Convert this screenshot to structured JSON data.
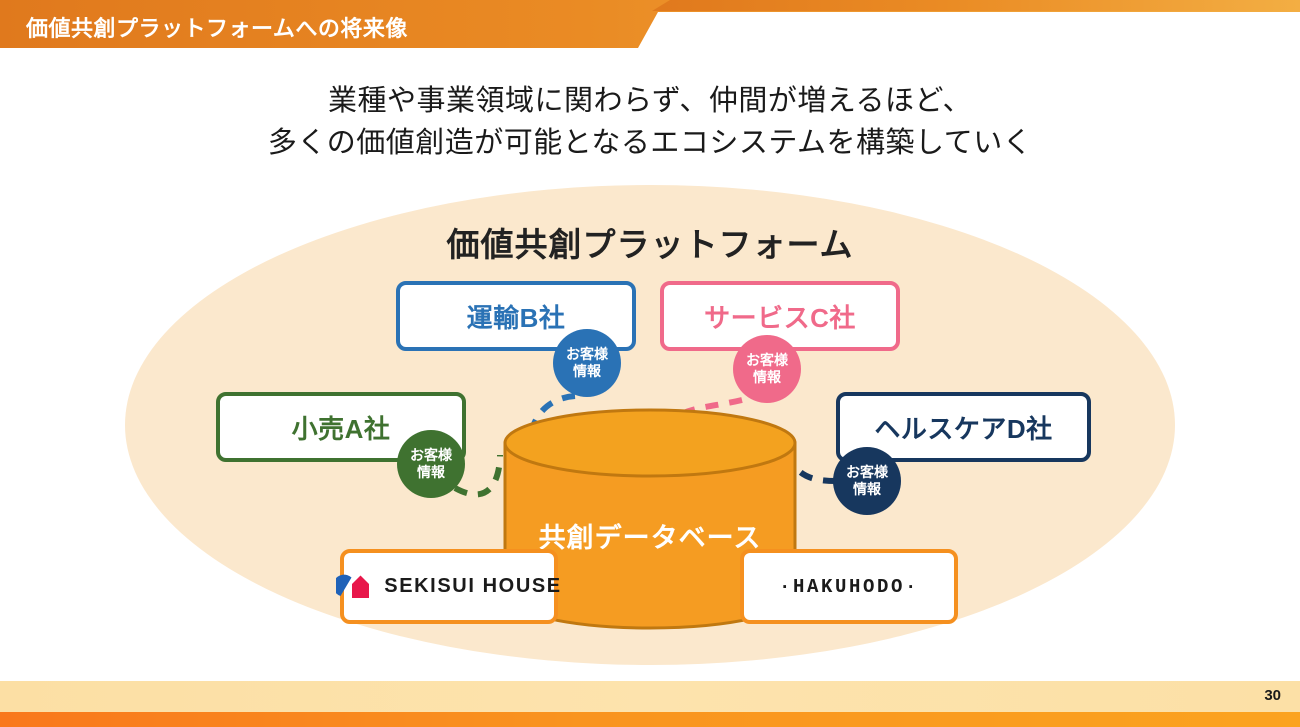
{
  "header": {
    "title": "価値共創プラットフォームへの将来像",
    "bar_color_left": "#e07b1e",
    "bar_color_right": "#f2a93b"
  },
  "subtitle": {
    "line1": "業種や事業領域に関わらず、仲間が増えるほど、",
    "line2": "多くの価値創造が可能となるエコシステムを構築していく"
  },
  "diagram": {
    "ellipse_fill": "#fbe8cd",
    "platform_title": "価値共創プラットフォーム",
    "database": {
      "label": "共創データベース",
      "body_color": "#f59c22",
      "top_color": "#f3a01f",
      "stroke_color": "#c07810"
    },
    "badge_text": {
      "line1": "お客様",
      "line2": "情報"
    },
    "partners": [
      {
        "id": "retail",
        "label": "小売A社",
        "color": "#3f7230",
        "badge_color": "#3f7230"
      },
      {
        "id": "transport",
        "label": "運輸B社",
        "color": "#2a72b5",
        "badge_color": "#2a72b5"
      },
      {
        "id": "service",
        "label": "サービスC社",
        "color": "#f06a8a",
        "badge_color": "#f06a8a"
      },
      {
        "id": "health",
        "label": "ヘルスケアD社",
        "color": "#17375e",
        "badge_color": "#17375e"
      }
    ],
    "core_companies": [
      {
        "id": "sekisui",
        "wordmark": "SEKISUI HOUSE",
        "border_color": "#f5901f",
        "logo_blue": "#1f62b8",
        "logo_red": "#e8174a"
      },
      {
        "id": "hakuhodo",
        "wordmark": "·HAKUHODO·",
        "border_color": "#f5901f"
      }
    ]
  },
  "footer": {
    "page_number": "30",
    "band_color": "#fde3ad",
    "bar_color": "#f9941f"
  }
}
